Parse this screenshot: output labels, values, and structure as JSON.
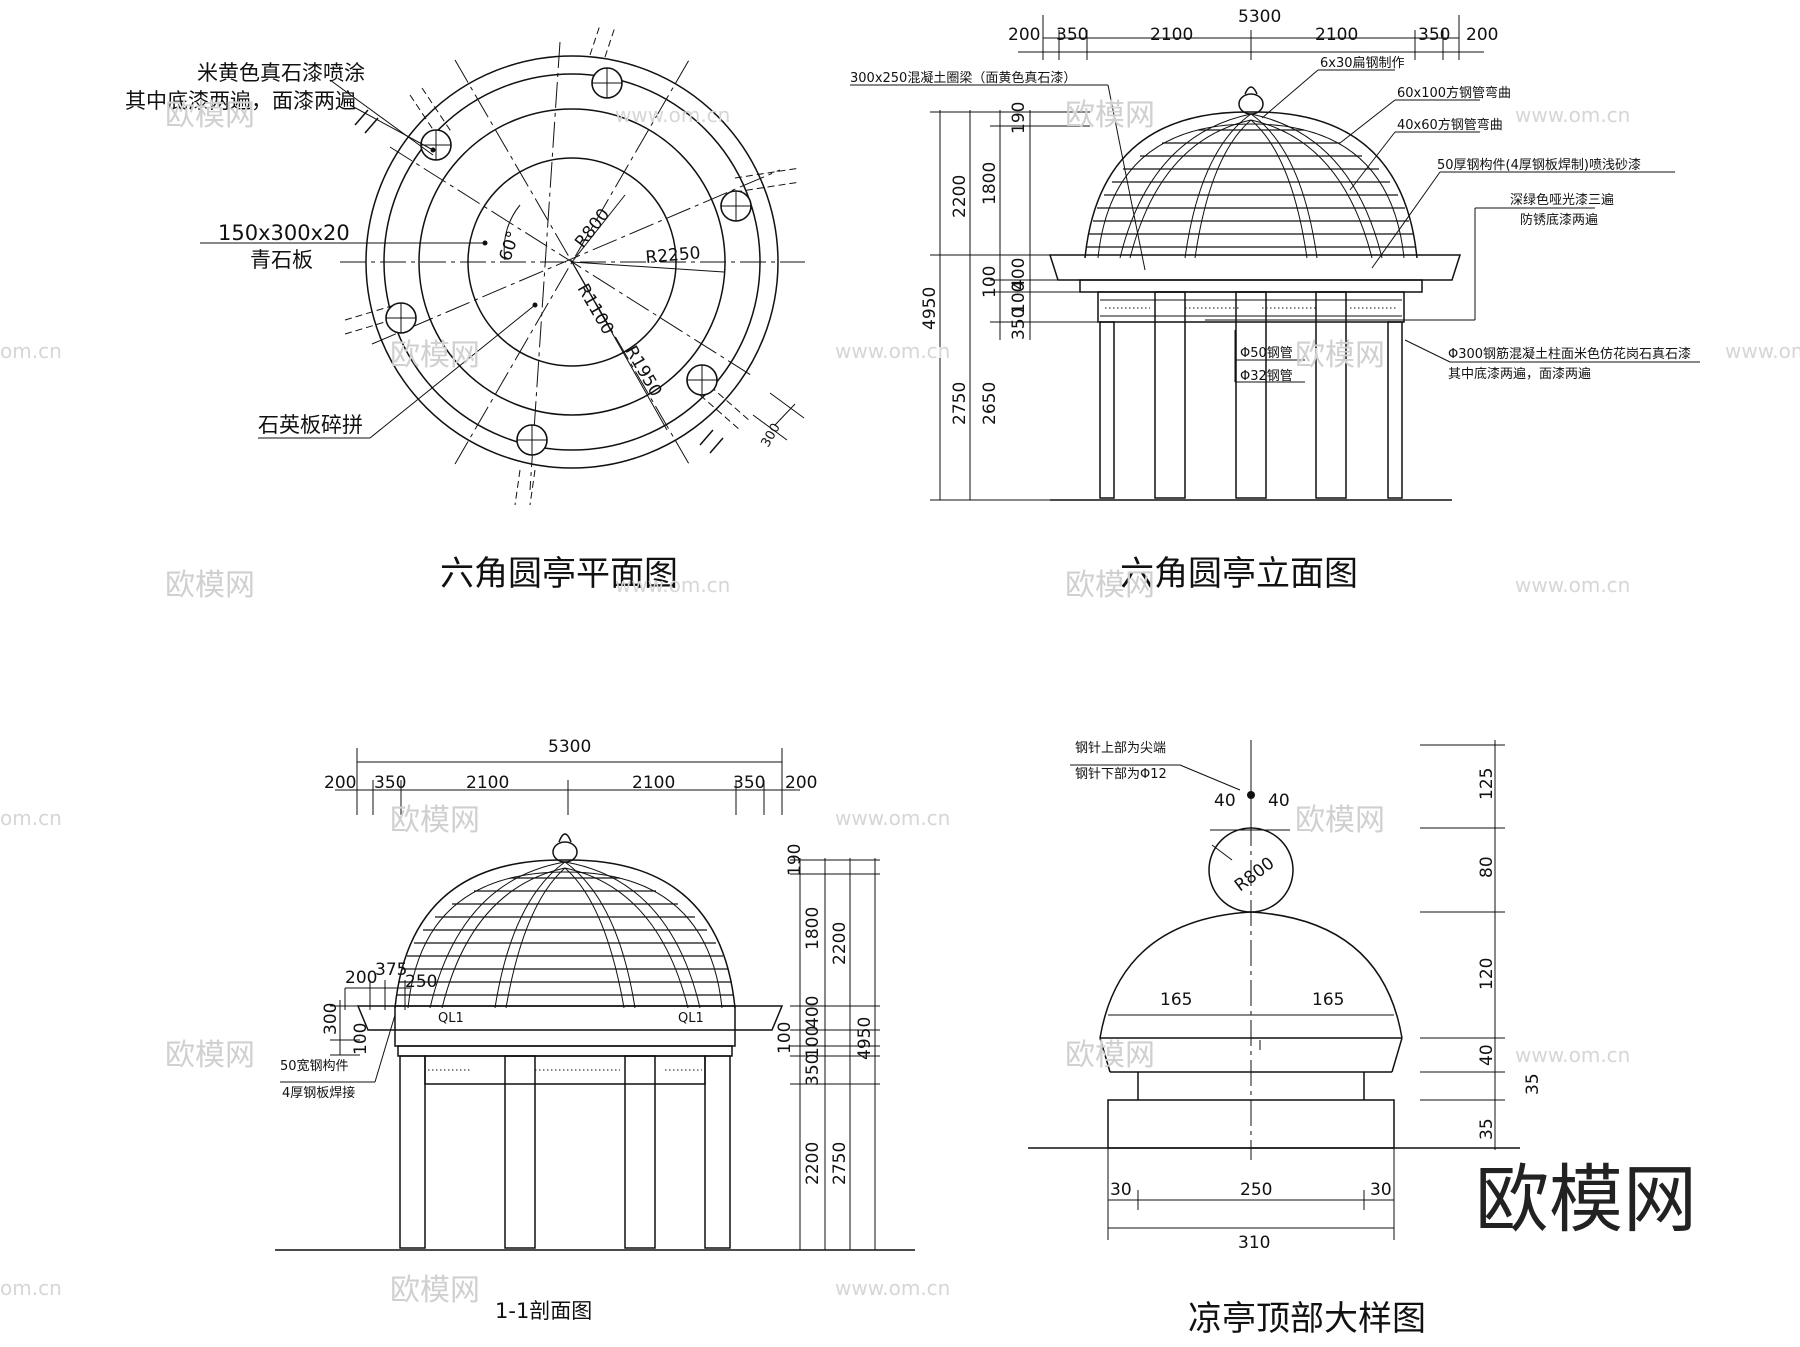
{
  "titles": {
    "plan": "六角圆亭平面图",
    "elevation": "六角圆亭立面图",
    "section": "1-1剖面图",
    "detail": "凉亭顶部大样图"
  },
  "plan": {
    "note_paint_1": "米黄色真石漆喷涂",
    "note_paint_2": "其中底漆两遍，面漆两遍",
    "note_slab_1": "150x300x20",
    "note_slab_2": "青石板",
    "note_quartz": "石英板碎拼",
    "angle": "60°",
    "r800": "R800",
    "r2250": "R2250",
    "r1100": "R1100",
    "r1950": "R1950",
    "dim300": "300"
  },
  "elevation": {
    "top_total": "5300",
    "top_dims": [
      "200",
      "350",
      "2100",
      "2100",
      "350",
      "200"
    ],
    "left_dims": [
      "190",
      "2200",
      "1800",
      "4950",
      "400",
      "100",
      "100",
      "350",
      "2750",
      "2650"
    ],
    "notes": [
      "300x250混凝土圈梁（面黄色真石漆）",
      "6x30扁钢制作",
      "60x100方钢管弯曲",
      "40x60方钢管弯曲",
      "50厚钢构件(4厚钢板焊制)喷浅砂漆",
      "深绿色哑光漆三遍",
      "防锈底漆两遍",
      "Φ50钢管",
      "Φ32钢管",
      "Φ300钢筋混凝土柱面米色仿花岗石真石漆",
      "其中底漆两遍，面漆两遍"
    ]
  },
  "section": {
    "top_total": "5300",
    "top_dims": [
      "200",
      "350",
      "2100",
      "2100",
      "350",
      "200"
    ],
    "right_dims": [
      "190",
      "1800",
      "2200",
      "400",
      "100",
      "100",
      "350",
      "4950",
      "2750",
      "2200"
    ],
    "left_dims": [
      "200",
      "375",
      "250",
      "300",
      "100"
    ],
    "beam_label": "QL1",
    "note_1": "50宽钢构件",
    "note_2": "4厚钢板焊接"
  },
  "detail": {
    "note_1": "钢针上部为尖端",
    "note_2": "钢针下部为Φ12",
    "dims": [
      "40",
      "40",
      "R800",
      "165",
      "165",
      "30",
      "250",
      "30",
      "310"
    ],
    "right_dims": [
      "125",
      "80",
      "120",
      "40",
      "35",
      "35"
    ]
  },
  "watermark": {
    "brand": "欧模网",
    "url": "www.om.cn",
    "url_short": "om.cn"
  }
}
